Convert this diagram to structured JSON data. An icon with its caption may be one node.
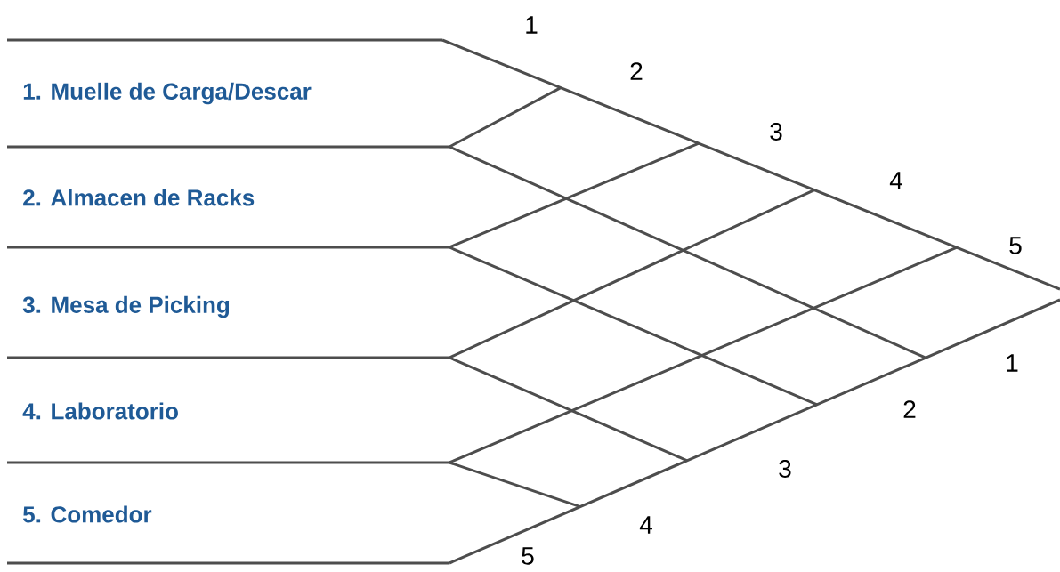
{
  "diagram": {
    "labels": [
      "1.  Muelle de Carga/Descar",
      "2.  Almacen de Racks",
      "3.  Mesa de Picking",
      "4.  Laboratorio",
      "5.  Comedor",
      "1",
      "2",
      "3",
      "4",
      "5",
      "1",
      "2",
      "3",
      "4",
      "5"
    ]
  }
}
